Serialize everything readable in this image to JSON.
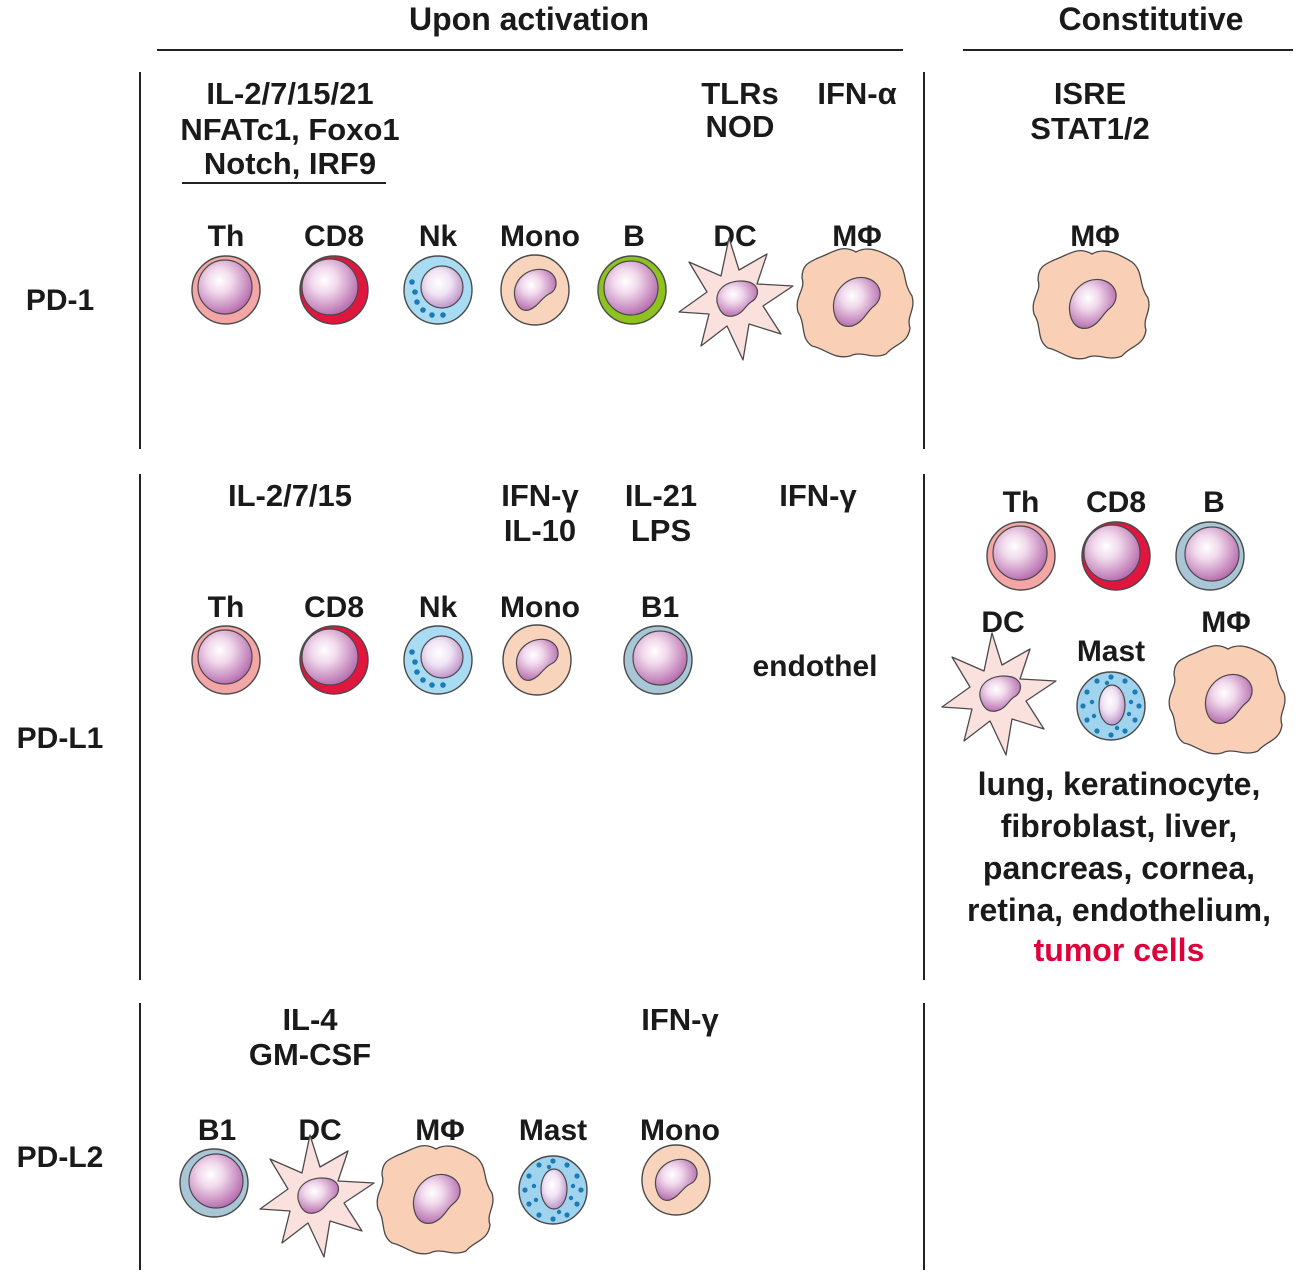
{
  "headers": {
    "upon_activation": "Upon activation",
    "constitutive": "Constitutive"
  },
  "rows": {
    "pd1": "PD-1",
    "pdl1": "PD-L1",
    "pdl2": "PD-L2"
  },
  "pd1": {
    "stim_group1": [
      "IL-2/7/15/21",
      "NFATc1, Foxo1",
      "Notch, IRF9"
    ],
    "stim_group2": [
      "TLRs",
      "NOD"
    ],
    "stim_group3": "IFN-α",
    "cells": [
      "Th",
      "CD8",
      "Nk",
      "Mono",
      "B",
      "DC",
      "MΦ"
    ],
    "constitutive_stim": [
      "ISRE",
      "STAT1/2"
    ],
    "constitutive_cell": "MΦ"
  },
  "pdl1": {
    "stim_group1": "IL-2/7/15",
    "stim_group2": [
      "IFN-γ",
      "IL-10"
    ],
    "stim_group3": [
      "IL-21",
      "LPS"
    ],
    "stim_group4": "IFN-γ",
    "cells": [
      "Th",
      "CD8",
      "Nk",
      "Mono",
      "B1"
    ],
    "endothel": "endothel",
    "constitutive_cells": [
      "Th",
      "CD8",
      "B",
      "DC",
      "Mast",
      "MΦ"
    ],
    "tissues": [
      "lung, keratinocyte,",
      "fibroblast, liver,",
      "pancreas, cornea,",
      "retina, endothelium,"
    ],
    "tumor": "tumor cells"
  },
  "pdl2": {
    "stim_group1": [
      "IL-4",
      "GM-CSF"
    ],
    "stim_group2": "IFN-γ",
    "cells": [
      "B1",
      "DC",
      "MΦ",
      "Mast",
      "Mono"
    ]
  },
  "colors": {
    "th": "#f4a6a6",
    "cd8": "#e0163e",
    "nk": "#a9dcf2",
    "mono": "#f9d4bc",
    "b_green": "#8dc21f",
    "b_grey": "#a9c6d6",
    "dc": "#fbe1dd",
    "macrophage": "#f9cfb6",
    "mast": "#9fd3ee",
    "nucleus": "#c987c0",
    "tumor_red": "#e0003a"
  }
}
